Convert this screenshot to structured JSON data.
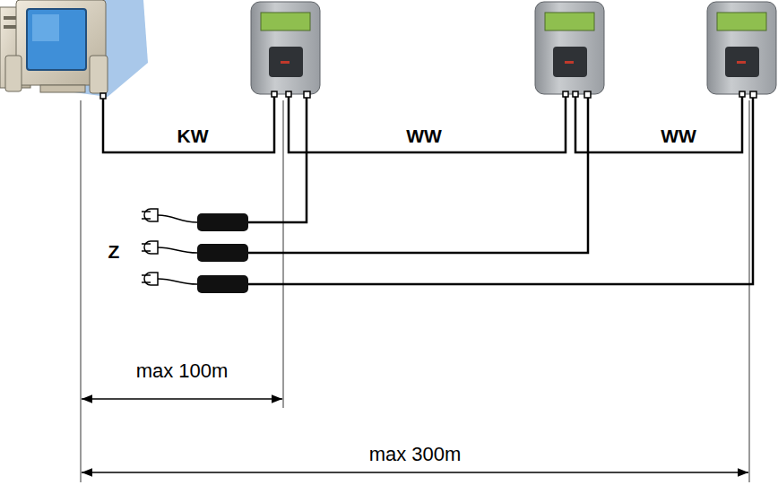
{
  "diagram": {
    "labels": [
      "KW",
      "WW",
      "WW",
      "Z",
      "max 100m",
      "max 300m"
    ]
  }
}
